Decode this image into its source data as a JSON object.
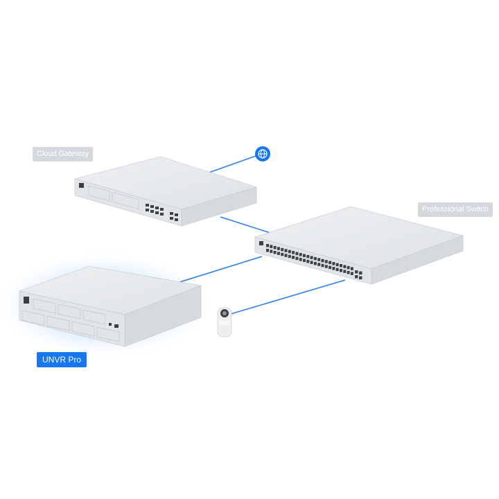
{
  "labels": {
    "cloud_gateway": "Cloud Gateway",
    "professional_switch": "Professional Switch",
    "unvr_pro": "UNVR Pro"
  },
  "icons": {
    "internet": "globe-icon",
    "camera": "camera-icon"
  },
  "colors": {
    "link_line": "#2f7fe8",
    "unvr_highlight": "#1677f0",
    "device_body": "#e4e7ea",
    "label_gray": "#d5d8dc"
  }
}
